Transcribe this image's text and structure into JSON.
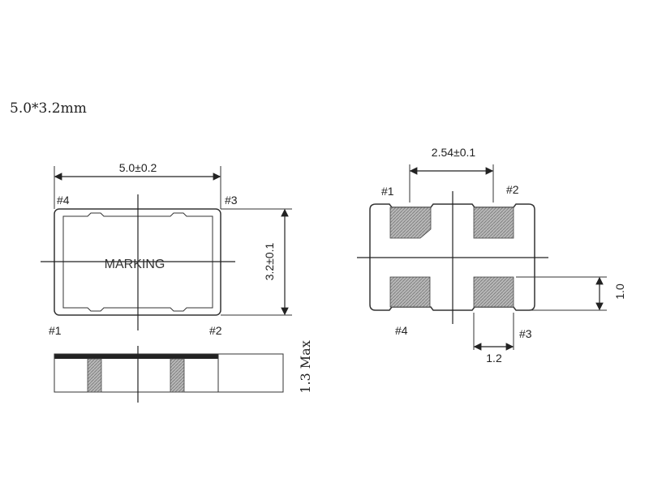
{
  "title": "5.0*3.2mm",
  "top_view": {
    "width_dim": "5.0±0.2",
    "height_dim": "3.2±0.1",
    "marking": "MARKING",
    "pin1": "#1",
    "pin2": "#2",
    "pin3": "#3",
    "pin4": "#4"
  },
  "side_view": {
    "height_dim": "1.3 Max"
  },
  "bottom_view": {
    "pitch_dim": "2.54±0.1",
    "pad_height_dim": "1.0",
    "pad_width_dim": "1.2",
    "pin1": "#1",
    "pin2": "#2",
    "pin3": "#3",
    "pin4": "#4"
  }
}
